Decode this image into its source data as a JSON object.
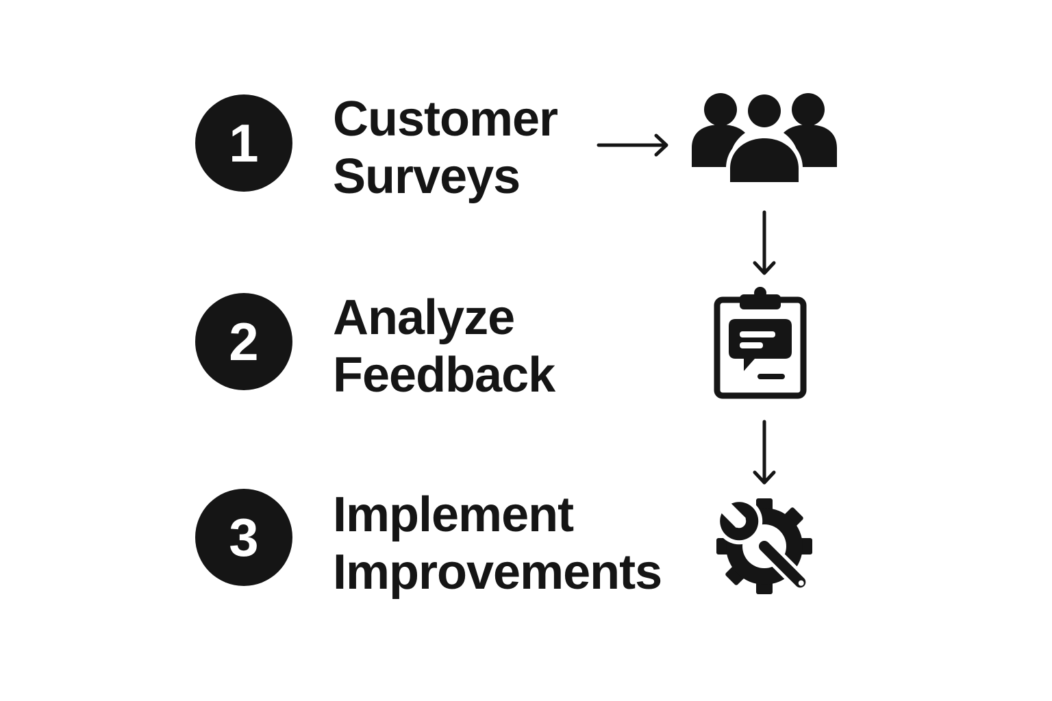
{
  "steps": [
    {
      "number": "1",
      "label_lines": [
        "Customer",
        "Surveys"
      ],
      "icon": "customers-group-icon"
    },
    {
      "number": "2",
      "label_lines": [
        "Analyze",
        "Feedback"
      ],
      "icon": "clipboard-chat-icon"
    },
    {
      "number": "3",
      "label_lines": [
        "Implement",
        "Improvements"
      ],
      "icon": "gear-wrench-icon"
    }
  ],
  "colors": {
    "ink": "#151515",
    "background": "#ffffff"
  }
}
